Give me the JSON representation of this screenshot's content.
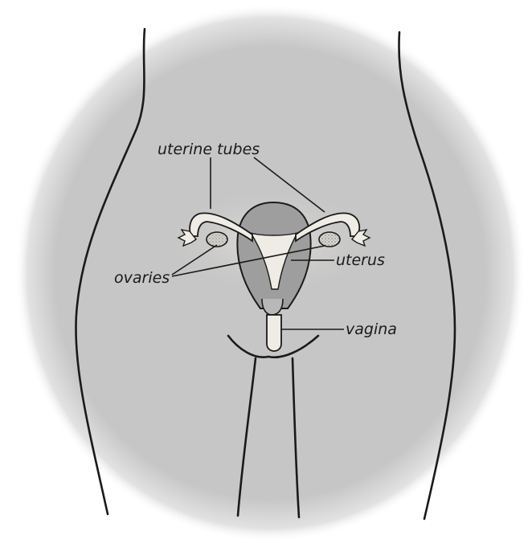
{
  "labels": {
    "uterine_tubes": "uterine tubes",
    "ovaries": "ovaries",
    "uterus": "uterus",
    "vagina": "vagina"
  },
  "colors": {
    "background": "#ffffff",
    "halo": "#c4c4c4",
    "outline": "#1a1a1a",
    "organ_light": "#eeece4",
    "uterus_shade": "#9e9e9e"
  }
}
